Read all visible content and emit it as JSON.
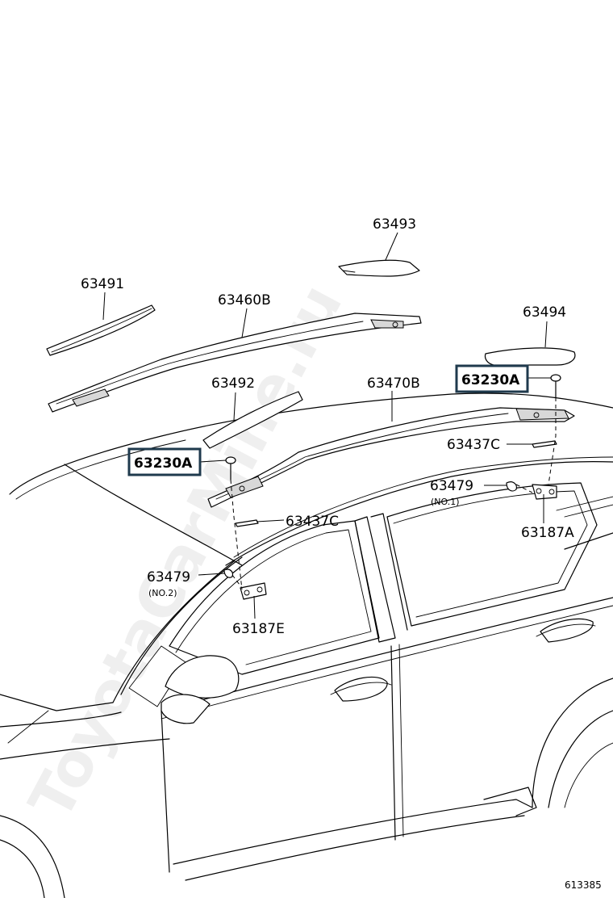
{
  "watermark": "ToyotaCarMine.ru",
  "image_id": "613385",
  "highlight_color": "#1f3a4d",
  "labels": {
    "p63493": "63493",
    "p63491": "63491",
    "p63460B": "63460B",
    "p63494": "63494",
    "p63230A_right": "63230A",
    "p63492": "63492",
    "p63470B": "63470B",
    "p63437C_upper": "63437C",
    "p63230A_left": "63230A",
    "p63479_no1": "63479",
    "no1": "(NO.1)",
    "p63437C_lower": "63437C",
    "p63187A": "63187A",
    "p63479_no2": "63479",
    "no2": "(NO.2)",
    "p63187E": "63187E"
  }
}
